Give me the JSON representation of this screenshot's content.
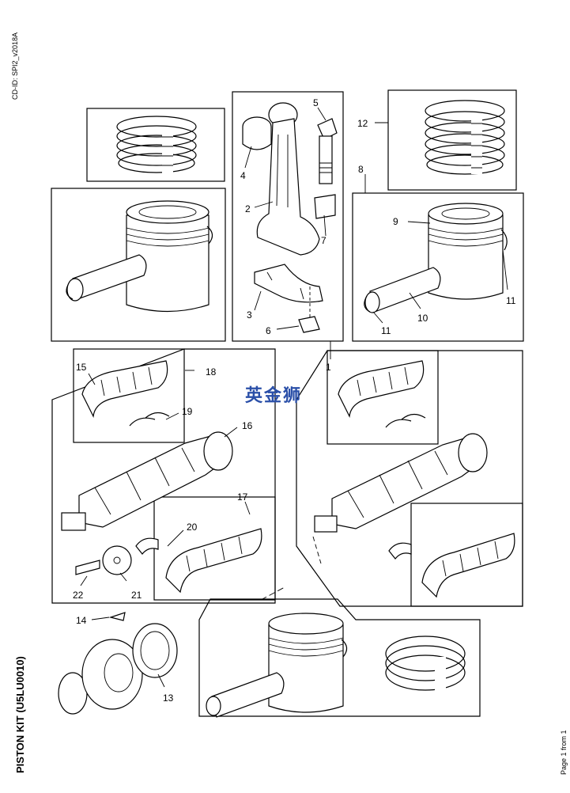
{
  "header": {
    "cd_id": "CD-ID: SPI2_v2018A"
  },
  "title": "PISTON KIT (U5LU0010)",
  "page": "Page 1 from 1",
  "watermark": "英金狮",
  "callouts": {
    "n1": "1",
    "n2": "2",
    "n3": "3",
    "n4": "4",
    "n5": "5",
    "n6": "6",
    "n7": "7",
    "n8": "8",
    "n9": "9",
    "n10": "10",
    "n11a": "11",
    "n11b": "11",
    "n12": "12",
    "n13": "13",
    "n14": "14",
    "n15": "15",
    "n16": "16",
    "n17": "17",
    "n18": "18",
    "n19": "19",
    "n20": "20",
    "n21": "21",
    "n22": "22"
  }
}
